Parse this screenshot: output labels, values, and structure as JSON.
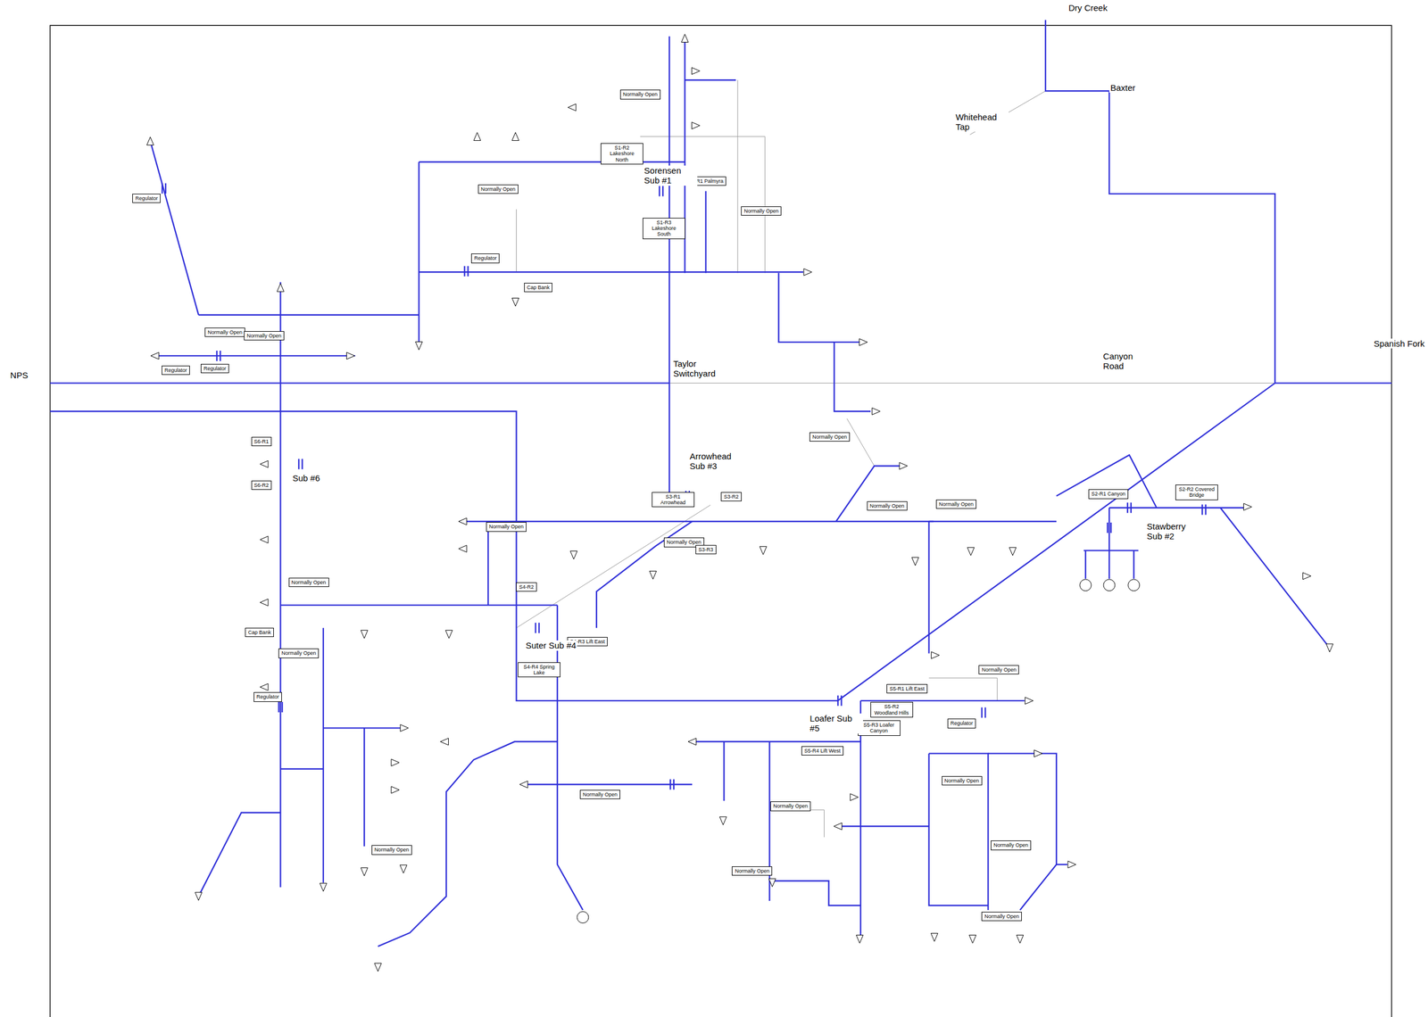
{
  "diagram": {
    "nodes": [
      {
        "text": [
          "Normally Open"
        ]
      },
      {
        "text": [
          "S1-R2 Lakeshore North"
        ]
      },
      {
        "text": [
          "S1-R1 Palmyra"
        ]
      },
      {
        "text": [
          "S1-R3 Lakeshore South"
        ]
      },
      {
        "text": [
          "Normally Open"
        ]
      },
      {
        "text": [
          "Normally Open"
        ]
      },
      {
        "text": [
          "Regulator"
        ]
      },
      {
        "text": [
          "Cap Bank"
        ]
      },
      {
        "text": [
          "Regulator"
        ]
      },
      {
        "text": [
          "Normally Open"
        ]
      },
      {
        "text": [
          "Normally Open"
        ]
      },
      {
        "text": [
          "Regulator"
        ]
      },
      {
        "text": [
          "Regulator"
        ]
      },
      {
        "text": [
          "S6-R1"
        ]
      },
      {
        "text": [
          "S6-R2"
        ]
      },
      {
        "text": [
          "Normally Open"
        ]
      },
      {
        "text": [
          "Normally Open"
        ]
      },
      {
        "text": [
          "Normally Open"
        ]
      },
      {
        "text": [
          "S3-R1 Arrowhead"
        ]
      },
      {
        "text": [
          "S3-R2"
        ]
      },
      {
        "text": [
          "Normally Open"
        ]
      },
      {
        "text": [
          "Normally Open"
        ]
      },
      {
        "text": [
          "S3-R3"
        ]
      },
      {
        "text": [
          "S4-R2"
        ]
      },
      {
        "text": [
          "S4-R3 Lift East"
        ]
      },
      {
        "text": [
          "S4-R4 Spring Lake"
        ]
      },
      {
        "text": [
          "Normally Open"
        ]
      },
      {
        "text": [
          "Normally Open"
        ]
      },
      {
        "text": [
          "Cap Bank"
        ]
      },
      {
        "text": [
          "Regulator"
        ]
      },
      {
        "text": [
          "Normally Open"
        ]
      },
      {
        "text": [
          "Normally Open"
        ]
      },
      {
        "text": [
          "S5-R1 Lift East"
        ]
      },
      {
        "text": [
          "S5-R2 Woodland Hills"
        ]
      },
      {
        "text": [
          "S5-R3 Loafer Canyon"
        ]
      },
      {
        "text": [
          "S5-R4 Lift West"
        ]
      },
      {
        "text": [
          "Normally Open"
        ]
      },
      {
        "text": [
          "Normally Open"
        ]
      },
      {
        "text": [
          "Normally Open"
        ]
      },
      {
        "text": [
          "Regulator"
        ]
      },
      {
        "text": [
          "Normally Open"
        ]
      },
      {
        "text": [
          "Normally Open"
        ]
      },
      {
        "text": [
          "Normally Open"
        ]
      },
      {
        "text": [
          "S2-R1 Canyon"
        ]
      },
      {
        "text": [
          "S2-R2 Covered Bridge"
        ]
      }
    ],
    "labels": [
      "Dry Creek",
      "Baxter",
      "Whitehead Tap",
      "NPS",
      "Spanish Fork",
      "Canyon Road",
      "Taylor Switchyard",
      "Sorensen Sub #1",
      "Arrowhead Sub #3",
      "Stawberry Sub #2",
      "Sub #6",
      "Suter Sub #4",
      "Loafer Sub #5"
    ]
  }
}
